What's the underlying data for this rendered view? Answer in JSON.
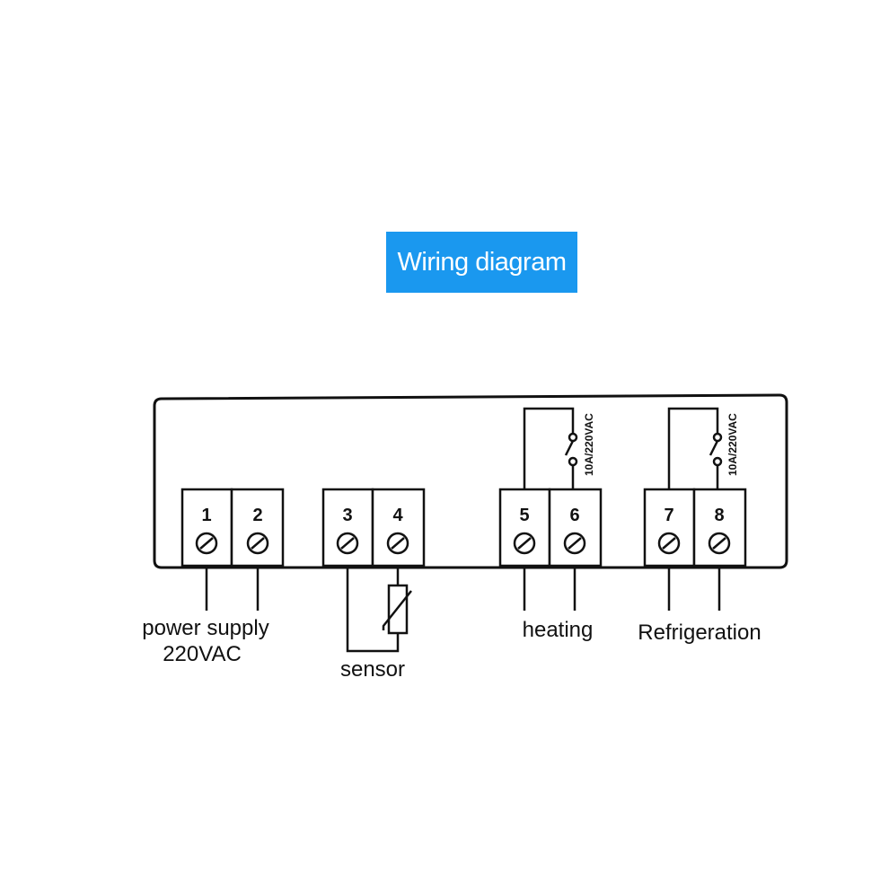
{
  "title": "Wiring diagram",
  "terminals": [
    "1",
    "2",
    "3",
    "4",
    "5",
    "6",
    "7",
    "8"
  ],
  "labels": {
    "power_line1": "power supply",
    "power_line2": "220VAC",
    "sensor": "sensor",
    "heating": "heating",
    "refrigeration": "Refrigeration"
  },
  "relay_rating": "10A/220VAC",
  "colors": {
    "title_bg": "#1a98ef",
    "title_text": "#ffffff",
    "lines": "#111111"
  }
}
